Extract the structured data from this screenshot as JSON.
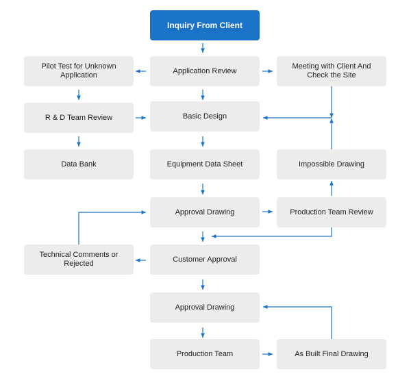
{
  "colors": {
    "accent": "#1a73c8",
    "box_fill": "#ececec",
    "line": "#1a73c8",
    "text": "#222222"
  },
  "nodes": {
    "inquiry": "Inquiry From Client",
    "pilot_test": "Pilot Test for Unknown Application",
    "application_review": "Application Review",
    "meeting": "Meeting with Client And Check the Site",
    "rd_review": "R & D Team Review",
    "basic_design": "Basic Design",
    "data_bank": "Data Bank",
    "equipment_sheet": "Equipment Data Sheet",
    "impossible_drawing": "Impossible Drawing",
    "approval_drawing_1": "Approval Drawing",
    "production_review": "Production Team Review",
    "technical_comments": "Technical Comments or Rejected",
    "customer_approval": "Customer Approval",
    "approval_drawing_2": "Approval Drawing",
    "production_team": "Production Team",
    "as_built": "As Built Final Drawing"
  }
}
